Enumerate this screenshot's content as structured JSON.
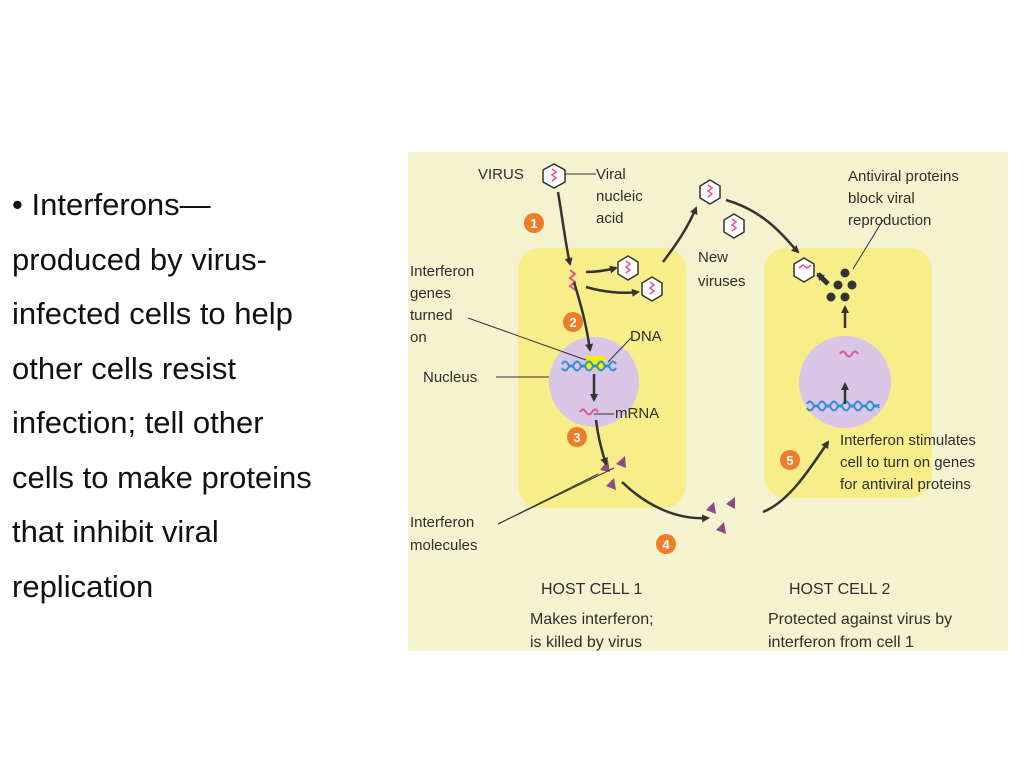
{
  "bullet": {
    "marker": "•",
    "lines": [
      "Interferons—",
      "produced by virus-",
      "infected cells to help",
      "other cells resist",
      "infection; tell other",
      "cells to make proteins",
      "that inhibit viral",
      "replication"
    ]
  },
  "figure": {
    "labels": {
      "virus": "VIRUS",
      "viral_nucleic_acid": [
        "Viral",
        "nucleic",
        "acid"
      ],
      "new_viruses": [
        "New",
        "viruses"
      ],
      "antiviral_block": [
        "Antiviral proteins",
        "block viral",
        "reproduction"
      ],
      "interferon_genes": [
        "Interferon",
        "genes",
        "turned",
        "on"
      ],
      "dna": "DNA",
      "nucleus": "Nucleus",
      "mrna": "mRNA",
      "interferon_stimulates": [
        "Interferon stimulates",
        "cell to turn on genes",
        "for antiviral proteins"
      ],
      "interferon_molecules": [
        "Interferon",
        "molecules"
      ]
    },
    "steps": [
      "1",
      "2",
      "3",
      "4",
      "5"
    ],
    "captions": {
      "host1_title": "HOST CELL 1",
      "host1_desc": [
        "Makes interferon;",
        "is killed by virus"
      ],
      "host2_title": "HOST CELL 2",
      "host2_desc": [
        "Protected against virus by",
        "interferon from cell 1"
      ]
    },
    "colors": {
      "background": "#f4f2cf",
      "cell_fill": "#f7ee8a",
      "nucleus_fill": "#d9c6e6",
      "step_badge": "#ee7d2a",
      "dna_blue": "#2f8fd6",
      "rna_pink": "#e0568e",
      "interferon_triangle": "#8c4a86",
      "arrow": "#333333",
      "highlight": "#f2f000"
    }
  }
}
